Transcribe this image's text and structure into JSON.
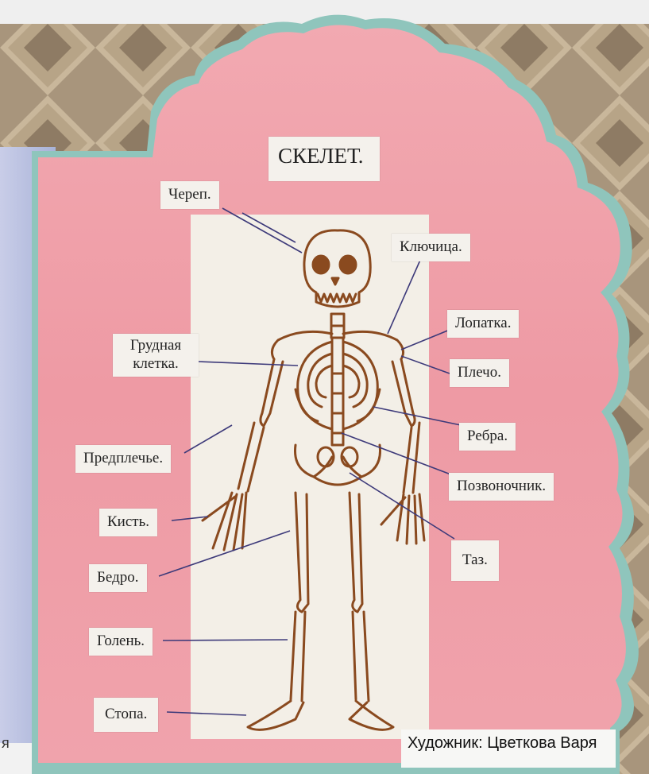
{
  "title": "СКЕЛЕТ.",
  "labels": {
    "skull": "Череп.",
    "clavicle": "Ключица.",
    "scapula": "Лопатка.",
    "chest_line1": "Грудная",
    "chest_line2": "клетка.",
    "shoulder": "Плечо.",
    "ribs": "Ребра.",
    "forearm": "Предплечье.",
    "spine": "Позвоночник.",
    "hand": "Кисть.",
    "pelvis": "Таз.",
    "thigh": "Бедро.",
    "shin": "Голень.",
    "foot": "Стопа."
  },
  "credit": "Художник: Цветкова Варя",
  "edge_text": "я",
  "colors": {
    "card_pink": "#ee9ba5",
    "card_border": "#8fc5bc",
    "panel": "#f3efe7",
    "bone_ink": "#8a4a1f",
    "pointer": "#3d3a7a"
  }
}
